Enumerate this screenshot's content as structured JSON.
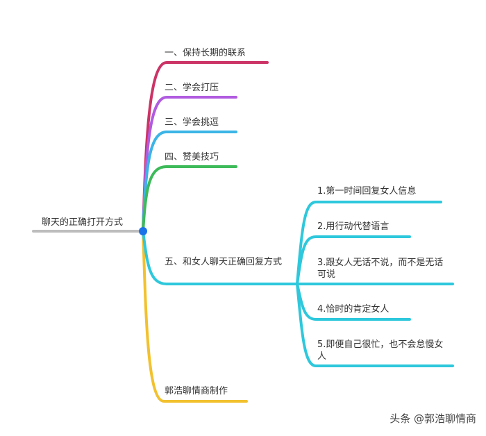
{
  "root": {
    "label": "聊天的正确打开方式"
  },
  "branches": [
    {
      "label": "一、保持长期的联系",
      "color": "#cc3366"
    },
    {
      "label": "二、学会打压",
      "color": "#b05be0"
    },
    {
      "label": "三、学会挑逗",
      "color": "#3cb4e6"
    },
    {
      "label": "四、赞美技巧",
      "color": "#3dba5a"
    },
    {
      "label": "五、和女人聊天正确回复方式",
      "color": "#2ec8dc",
      "children": [
        {
          "label": "1.第一时间回复女人信息"
        },
        {
          "label": "2.用行动代替语言"
        },
        {
          "label": "3.跟女人无话不说，而不是无话可说"
        },
        {
          "label": "4.恰时的肯定女人"
        },
        {
          "label": "5.即便自己很忙，也不会怠慢女人"
        }
      ]
    },
    {
      "label": "郭浩聊情商制作",
      "color": "#f2c12e"
    }
  ],
  "watermark": "头条 @郭浩聊情商"
}
